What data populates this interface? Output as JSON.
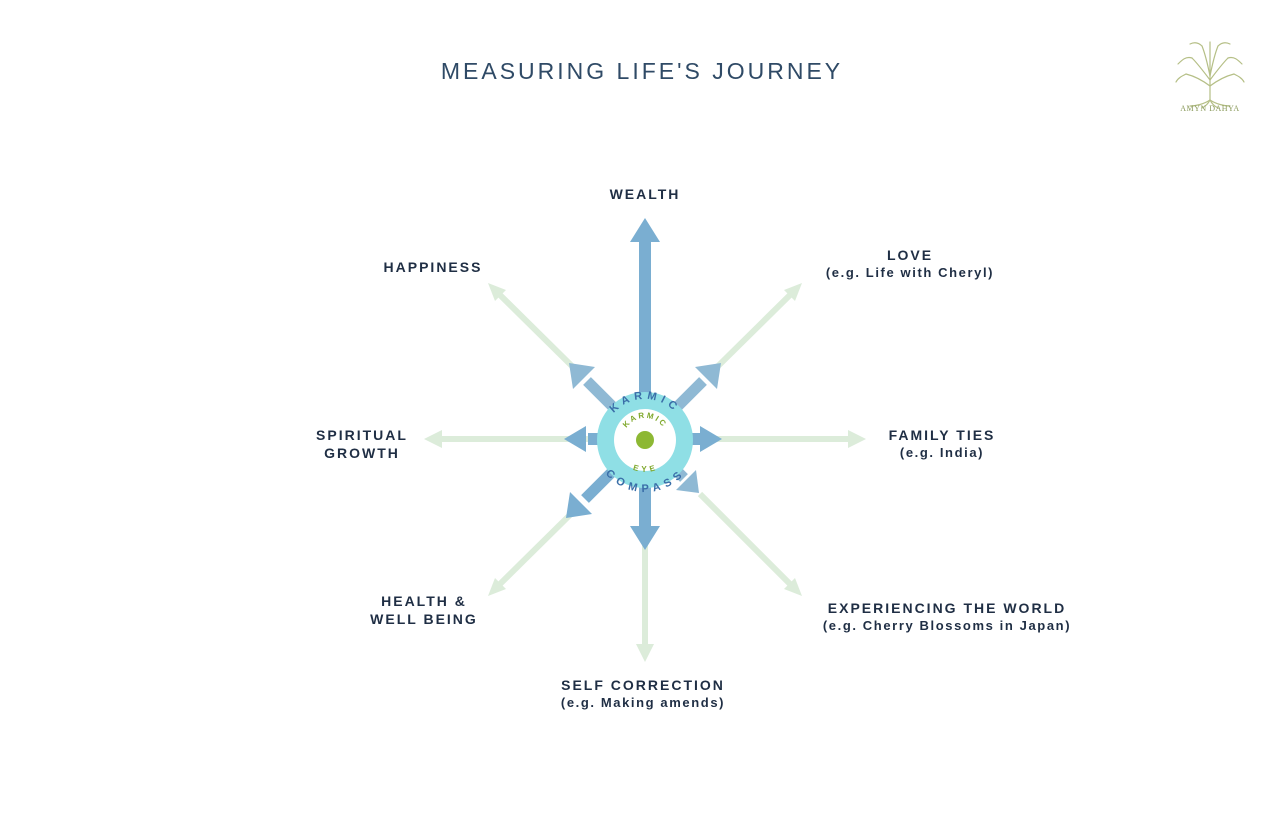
{
  "title": "MEASURING LIFE'S JOURNEY",
  "logo": {
    "text": "AMYN DAHYA",
    "icon": "tree-icon",
    "color": "#a2ae6f"
  },
  "center": {
    "outer_text_top": "KARMIC",
    "outer_text_bottom": "COMPASS",
    "inner_text_top": "KARMIC",
    "inner_text_bottom": "EYE",
    "ring_color": "#8fdfe5",
    "dot_color": "#8db834"
  },
  "colors": {
    "primary_arrow": "#7aaed1",
    "secondary_arrow": "#8fb9d4",
    "light_arrow": "#dcecda",
    "text": "#1f2e44"
  },
  "directions": {
    "wealth": {
      "label": "WEALTH",
      "sub": ""
    },
    "love": {
      "label": "LOVE",
      "sub": "(e.g. Life with Cheryl)"
    },
    "family": {
      "label": "FAMILY TIES",
      "sub": "(e.g. India)"
    },
    "experiencing": {
      "label": "EXPERIENCING THE WORLD",
      "sub": "(e.g. Cherry Blossoms in Japan)"
    },
    "self_correction": {
      "label": "SELF CORRECTION",
      "sub": "(e.g. Making amends)"
    },
    "health": {
      "label": "HEALTH &",
      "sub": "WELL BEING"
    },
    "spiritual": {
      "label": "SPIRITUAL",
      "sub": "GROWTH"
    },
    "happiness": {
      "label": "HAPPINESS",
      "sub": ""
    }
  }
}
